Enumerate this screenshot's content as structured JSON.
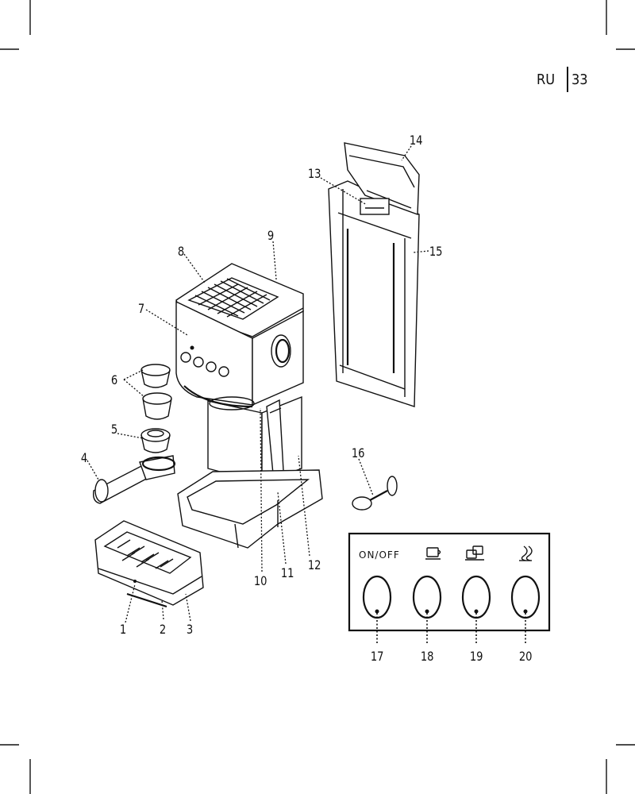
{
  "page": {
    "language": "RU",
    "number": "33"
  },
  "callouts": [
    "1",
    "2",
    "3",
    "4",
    "5",
    "6",
    "7",
    "8",
    "9",
    "10",
    "11",
    "12",
    "13",
    "14",
    "15",
    "16",
    "17",
    "18",
    "19",
    "20"
  ],
  "control_panel": {
    "on_off_label": "ON/OFF",
    "buttons": [
      {
        "icon": "power-icon",
        "callout": "17"
      },
      {
        "icon": "single-cup-icon",
        "callout": "18"
      },
      {
        "icon": "double-cup-icon",
        "callout": "19"
      },
      {
        "icon": "steam-icon",
        "callout": "20"
      }
    ]
  }
}
